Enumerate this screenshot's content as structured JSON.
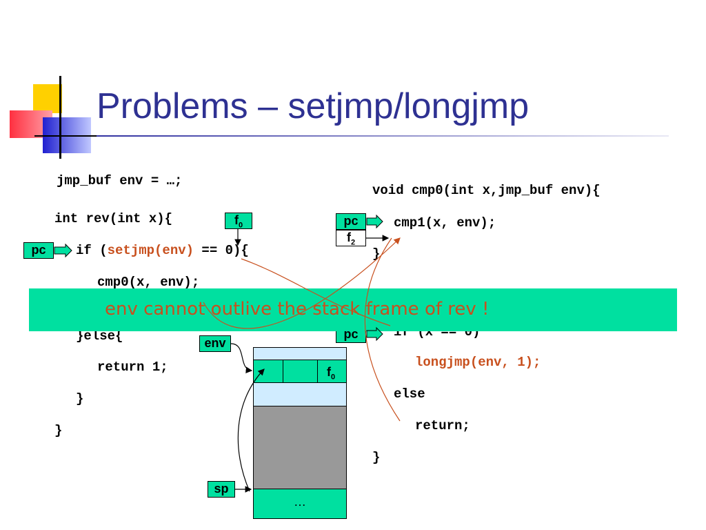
{
  "slide": {
    "title": "Problems – setjmp/longjmp",
    "banner": "env cannot outlive the stack frame of rev !"
  },
  "left_code": {
    "line1": "jmp_buf env = …;",
    "line2": "int rev(int x){",
    "line3_pre": "if (",
    "line3_red": "setjmp(env)",
    "line3_post": " == 0){",
    "line4": "cmp0(x, env);",
    "line6": "}else{",
    "line7": "return 1;",
    "line8": "}",
    "line9": "}"
  },
  "right_code": {
    "line1": "void cmp0(int x,jmp_buf env){",
    "line2": "cmp1(x, env);",
    "line3": "}",
    "line5": "if (x == 0)",
    "line6": "longjmp(env, 1);",
    "line7": "else",
    "line8": "return;",
    "line9": "}"
  },
  "labels": {
    "f0_main": "f",
    "f0_sub": "0",
    "pc": "pc",
    "f2_main": "f",
    "f2_sub": "2",
    "env": "env",
    "sp": "sp"
  },
  "stack": {
    "frame_main": "f",
    "frame_sub": "0",
    "bottom": "…"
  },
  "colors": {
    "title": "#2e3192",
    "accent_green": "#00e0a0",
    "code_red": "#c8501e",
    "stack_light": "#d0ecff",
    "stack_gray": "#999999"
  }
}
